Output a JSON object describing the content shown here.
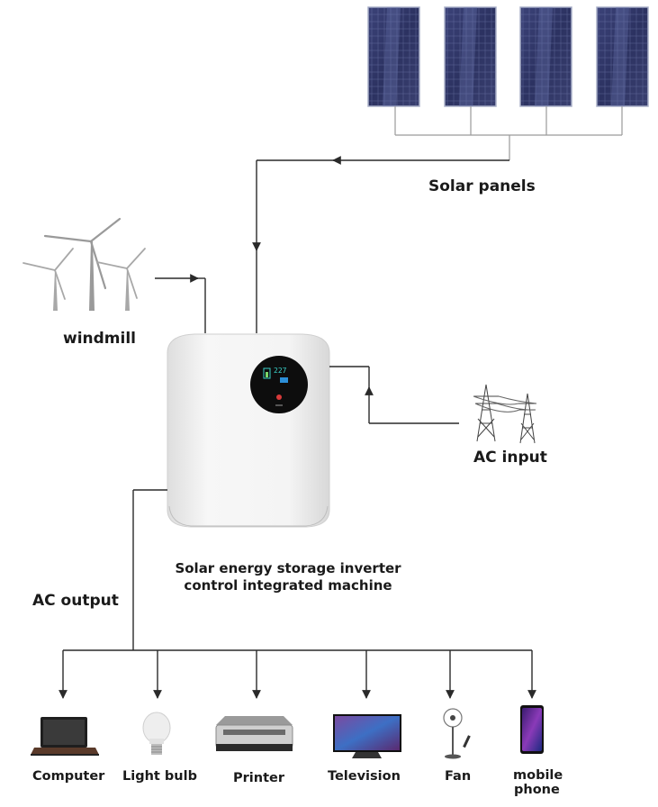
{
  "labels": {
    "solar_panels": "Solar panels",
    "windmill": "windmill",
    "ac_input": "AC input",
    "machine_line1": "Solar energy storage inverter",
    "machine_line2": "control integrated machine",
    "ac_output": "AC output"
  },
  "display": {
    "reading": "227"
  },
  "devices": [
    {
      "label": "Computer"
    },
    {
      "label": "Light bulb"
    },
    {
      "label": "Printer"
    },
    {
      "label": "Television"
    },
    {
      "label": "Fan"
    },
    {
      "label_line1": "mobile",
      "label_line2": "phone"
    }
  ],
  "colors": {
    "line": "#2a2a2a",
    "panel": "#2f3668",
    "panel_light": "#5b669e",
    "inverter_body": "#f2f2f2",
    "screen": "#0d0d0d",
    "screen_accent": "#39d0c8"
  }
}
